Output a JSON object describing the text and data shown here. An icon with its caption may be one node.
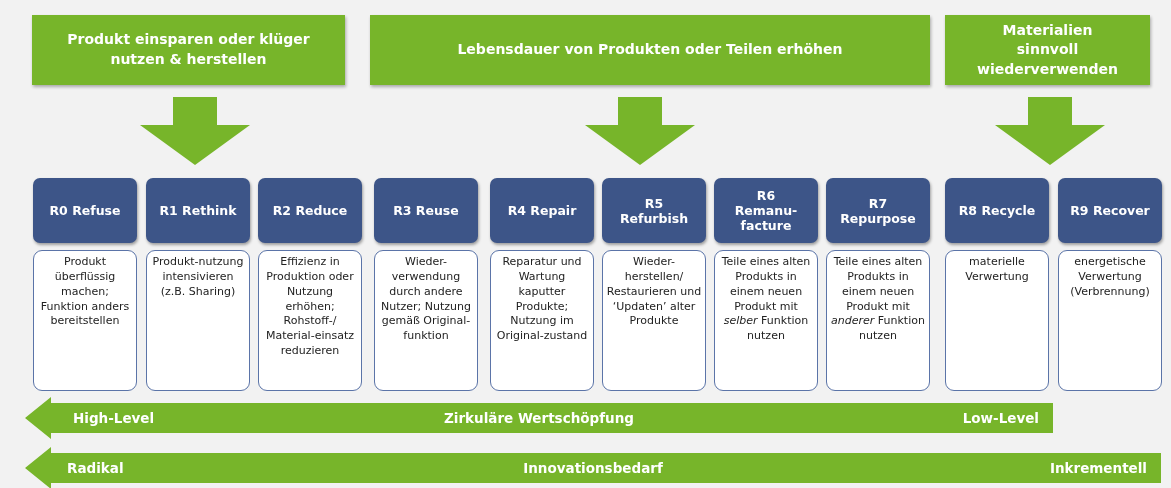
{
  "diagram": {
    "nodes": [
      {
        "text": [
          "Produkt einsparen oder klüger nutzen & herstellen"
        ]
      },
      {
        "text": [
          "Lebensdauer von Produkten oder Teilen erhöhen"
        ]
      },
      {
        "text": [
          "Materialien sinnvoll wiederverwenden"
        ]
      },
      {
        "text": [
          "R0 Refuse",
          "Produkt überflüssig machen; Funktion anders bereitstellen"
        ]
      },
      {
        "text": [
          "R1 Rethink",
          "Produkt-nutzung intensivieren (z.B. Sharing)"
        ]
      },
      {
        "text": [
          "R2 Reduce",
          "Effizienz in Produktion oder Nutzung erhöhen; Rohstoff-/ Material-einsatz reduzieren"
        ]
      },
      {
        "text": [
          "R3 Reuse",
          "Wieder-verwendung durch andere Nutzer; Nutzung gemäß Original-funktion"
        ]
      },
      {
        "text": [
          "R4 Repair",
          "Reparatur und Wartung kaputter Produkte; Nutzung im Original-zustand"
        ]
      },
      {
        "text": [
          "R5 Refurbish",
          "Wieder-herstellen/ Restaurieren und ‘Updaten’ alter Produkte"
        ]
      },
      {
        "text": [
          "R6 Remanu-facture",
          "Teile eines alten Produkts in einem neuen Produkt mit *selber* Funktion nutzen"
        ]
      },
      {
        "text": [
          "R7 Repurpose",
          "Teile eines alten Produkts in einem neuen Produkt mit *anderer* Funktion nutzen"
        ]
      },
      {
        "text": [
          "R8 Recycle",
          "materielle Verwertung"
        ]
      },
      {
        "text": [
          "R9 Recover",
          "energetische Verwertung (Verbrennung)"
        ]
      },
      {
        "text": [
          "High-Level",
          "Zirkuläre Wertschöpfung",
          "Low-Level"
        ]
      },
      {
        "text": [
          "Radikal",
          "Innovationsbedarf",
          "Inkrementell"
        ]
      }
    ],
    "edges": [
      {
        "from": 0,
        "to": null,
        "arrow": "to"
      },
      {
        "from": 1,
        "to": null,
        "arrow": "to"
      },
      {
        "from": 2,
        "to": null,
        "arrow": "to"
      }
    ]
  }
}
